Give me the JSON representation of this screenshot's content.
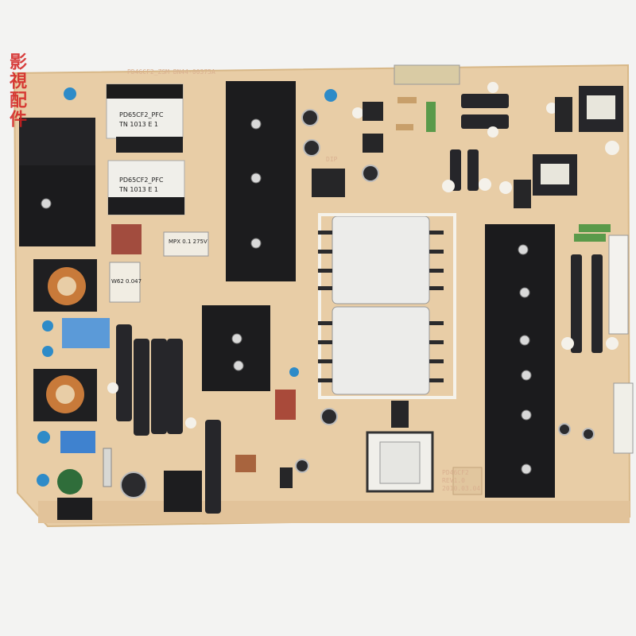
{
  "photo": {
    "subject": "power-supply-board",
    "watermark_text": "影視配件",
    "silkscreen": {
      "board_code": "PD46CF2_ZSM  BN44-00375A",
      "board_id": "PD46CF2",
      "revision": "REV1.0",
      "date": "2010.03.04",
      "transformer_marks": [
        "PD65CF2_PFC",
        "TN 1013 E 1",
        "PD65CF2_PFC",
        "TN 1013 E 1"
      ],
      "cap_box_label": "MPX 0.1 275V",
      "film_cap_label": "W62 0.047",
      "diode_label": "DIP"
    },
    "colors": {
      "board": "#e9cfa8",
      "background": "#f3f3f2",
      "heatsink": "#1b1b1d",
      "transformer": "#ececea",
      "capacitor": "#26262a",
      "blue_cap": "#2e8bc8",
      "copper": "#c87a3a",
      "watermark": "#d21e1e"
    }
  }
}
